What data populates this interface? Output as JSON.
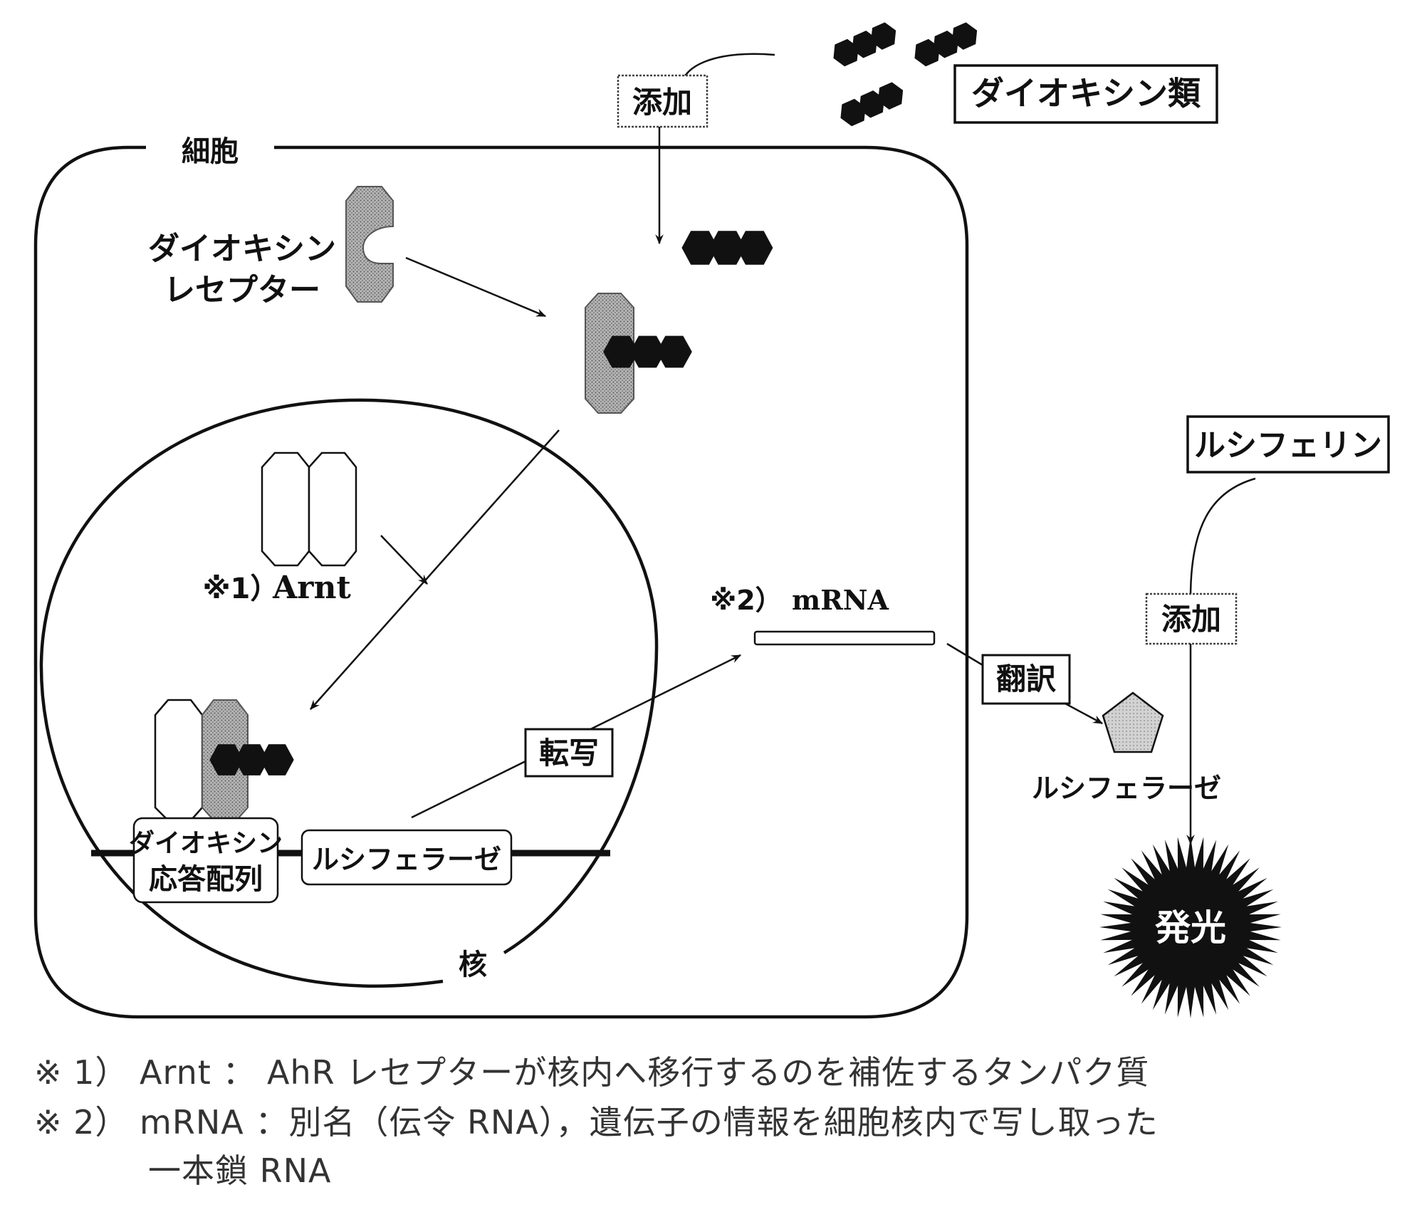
{
  "labels": {
    "cell": "細胞",
    "nucleus": "核",
    "dioxins": "ダイオキシン類",
    "add_top": "添加",
    "add_right": "添加",
    "receptor_line1": "ダイオキシン",
    "receptor_line2": "レセプター",
    "arnt_mark": "※1）",
    "arnt": "Arnt",
    "mrna_mark": "※2）",
    "mrna": "mRNA",
    "transcription": "転写",
    "translation": "翻訳",
    "response_line1": "ダイオキシン",
    "response_line2": "応答配列",
    "luciferase_gene": "ルシフェラーゼ",
    "luciferase_enzyme": "ルシフェラーゼ",
    "luciferin": "ルシフェリン",
    "light": "発光"
  },
  "notes": {
    "line1": "※ 1） Arnt ： AhR レセプターが核内へ移行するのを補佐するタンパク質",
    "line2": "※ 2） mRNA ：別名（伝令 RNA），遺伝子の情報を細胞核内で写し取った",
    "line3": "一本鎖 RNA"
  },
  "colors": {
    "ink": "#111111",
    "receptor_fill": "#9a9a9a",
    "luciferase_fill": "#c8c8c8",
    "note_text": "#333333"
  }
}
